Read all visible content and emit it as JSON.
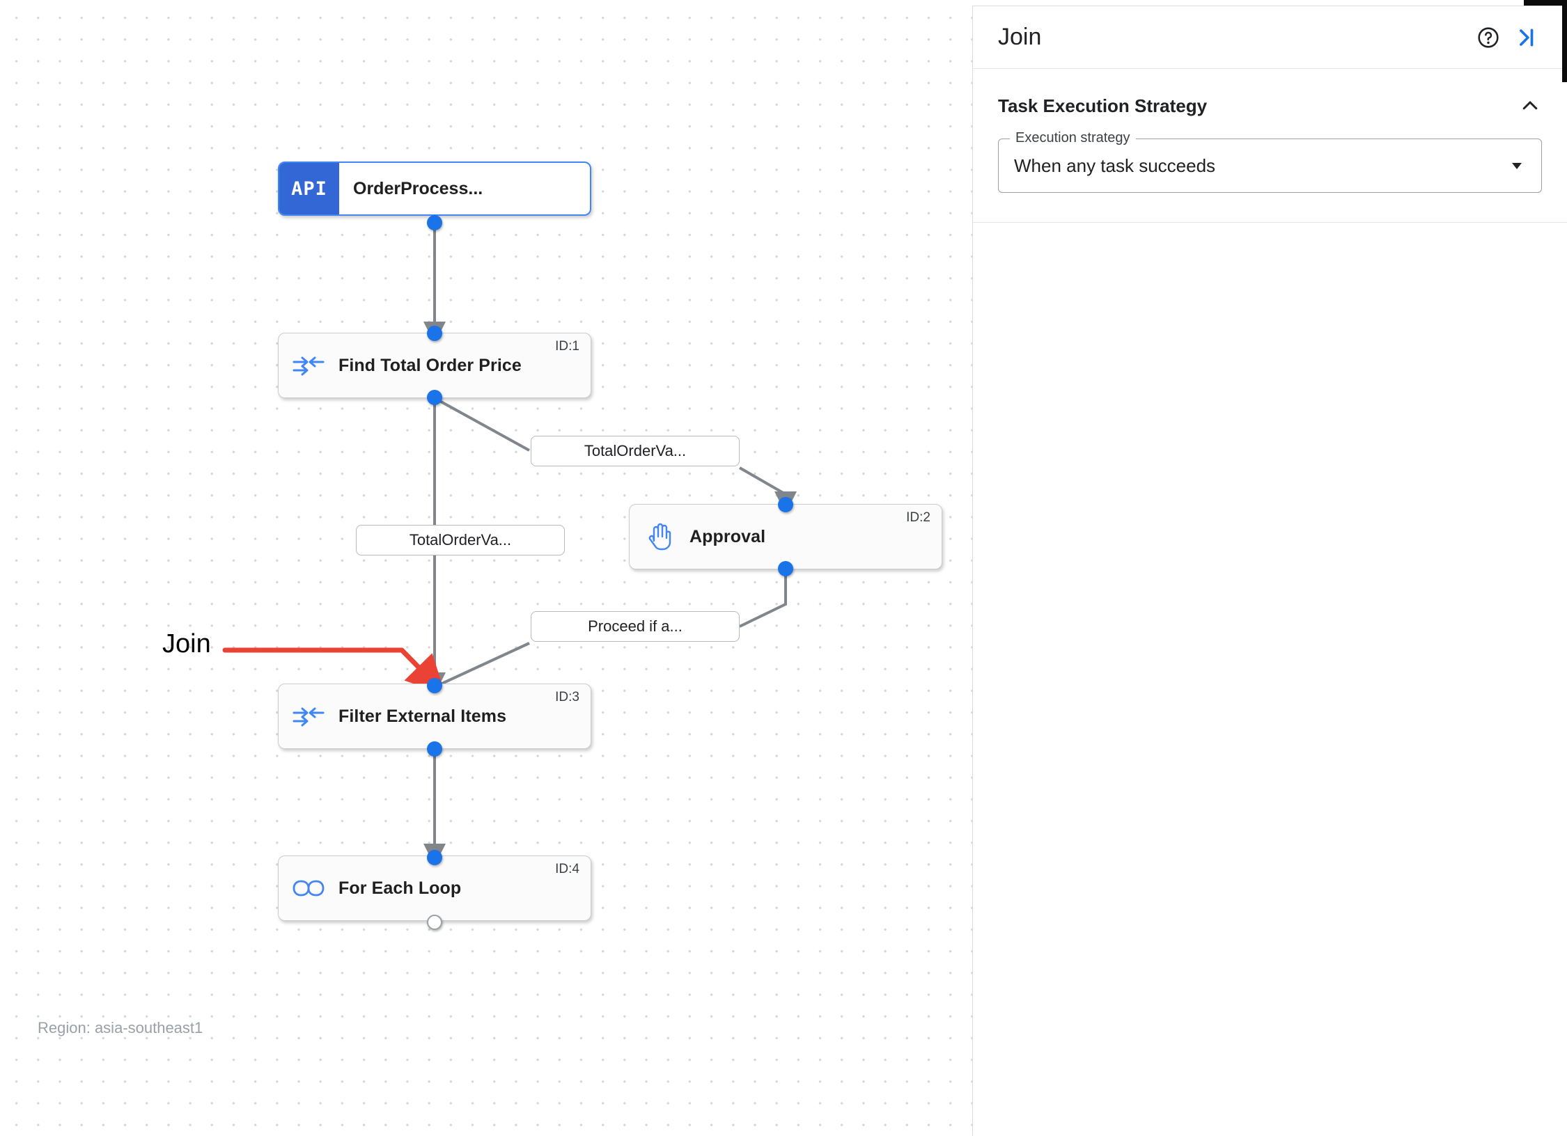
{
  "canvas": {
    "region_label": "Region: asia-southeast1",
    "annotation": {
      "text": "Join",
      "color": "#ea4335"
    },
    "nodes": [
      {
        "key": "api",
        "icon": "api-badge-icon",
        "badge": "API",
        "title": "OrderProcess...",
        "id_label": ""
      },
      {
        "key": "task1",
        "icon": "data-mapping-icon",
        "badge": "",
        "title": "Find Total Order Price",
        "id_label": "ID:1"
      },
      {
        "key": "approval",
        "icon": "hand-approval-icon",
        "badge": "",
        "title": "Approval",
        "id_label": "ID:2"
      },
      {
        "key": "task3",
        "icon": "data-mapping-icon",
        "badge": "",
        "title": "Filter External Items",
        "id_label": "ID:3"
      },
      {
        "key": "loop",
        "icon": "infinity-loop-icon",
        "badge": "",
        "title": "For Each Loop",
        "id_label": "ID:4"
      }
    ],
    "edge_labels": [
      {
        "key": "e1",
        "text": "TotalOrderVa..."
      },
      {
        "key": "e2",
        "text": "TotalOrderVa..."
      },
      {
        "key": "e3",
        "text": "Proceed if a..."
      }
    ]
  },
  "panel": {
    "title": "Join",
    "help_icon": "help-circle-icon",
    "collapse_icon": "collapse-panel-right-icon",
    "section": {
      "title": "Task Execution Strategy",
      "collapse_icon": "chevron-up-icon",
      "field": {
        "label": "Execution strategy",
        "value": "When any task succeeds",
        "dropdown_icon": "triangle-down-icon"
      }
    }
  },
  "colors": {
    "accent_blue": "#1a73e8",
    "api_blue": "#3367d6",
    "annotation_red": "#ea4335",
    "edge_gray": "#80868b"
  }
}
